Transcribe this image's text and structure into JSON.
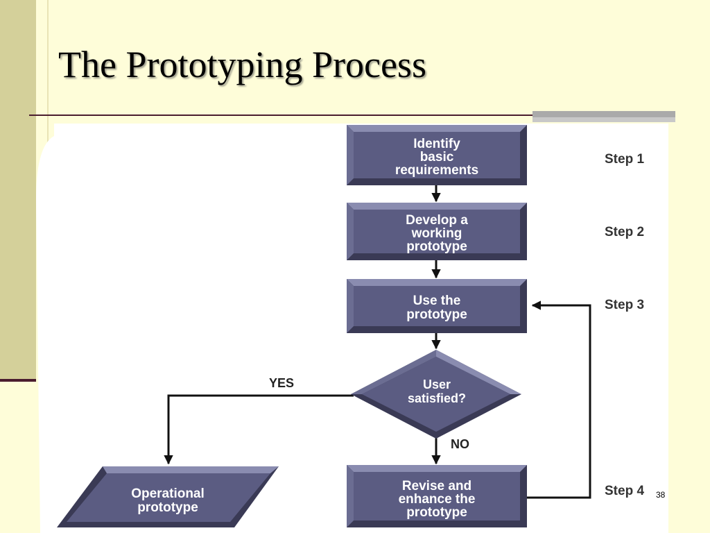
{
  "slide": {
    "title": "The Prototyping Process",
    "page_number": "38"
  },
  "diagram": {
    "nodes": {
      "identify": [
        "Identify",
        "basic",
        "requirements"
      ],
      "develop": [
        "Develop a",
        "working",
        "prototype"
      ],
      "use": [
        "Use the",
        "prototype"
      ],
      "decision": [
        "User",
        "satisfied?"
      ],
      "revise": [
        "Revise and",
        "enhance the",
        "prototype"
      ],
      "operational": [
        "Operational",
        "prototype"
      ]
    },
    "steps": [
      "Step 1",
      "Step 2",
      "Step 3",
      "Step 4"
    ],
    "edge_labels": {
      "yes": "YES",
      "no": "NO"
    }
  },
  "colors": {
    "background": "#fefdd9",
    "sidebar": "#d4d09a",
    "accent_rule": "#4a1c2e",
    "node_fill": "#5b5c82",
    "figure_bg": "#ffffff"
  }
}
